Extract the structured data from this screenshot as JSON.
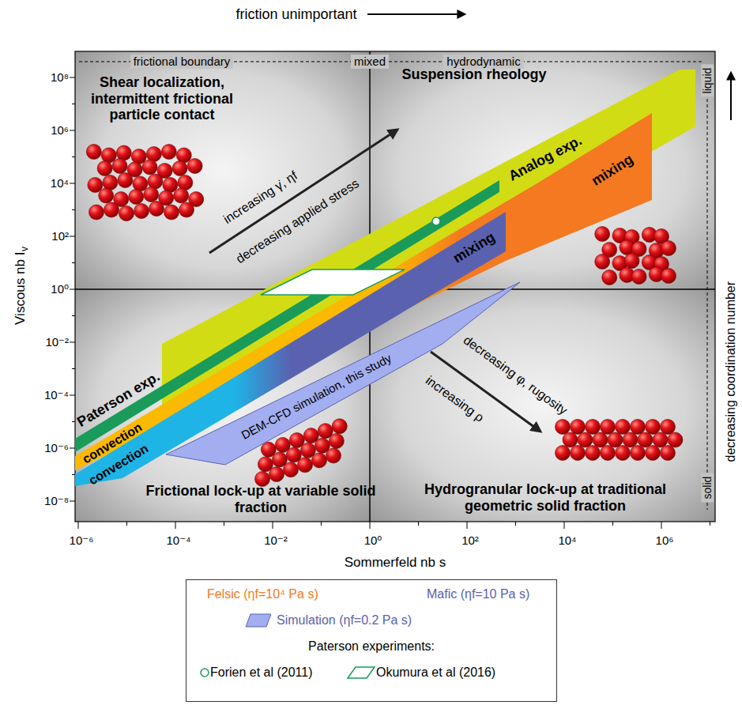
{
  "diagram": {
    "nodes": [
      {
        "text": [
          "Analog exp."
        ]
      },
      {
        "text": [
          "Paterson exp."
        ]
      },
      {
        "text": [
          "convection",
          "mixing"
        ]
      },
      {
        "text": [
          "convection",
          "mixing"
        ]
      },
      {
        "text": [
          "DEM-CFD simulation, this study"
        ]
      }
    ],
    "labels": [
      "friction unimportant",
      "frictional boundary",
      "mixed",
      "hydrodynamic",
      "Shear localization, intermittent frictional particle contact",
      "Suspension rheology",
      "Frictional lock-up at variable solid fraction",
      "Hydrogranular lock-up at traditional geometric solid fraction",
      "increasing γ̇, ηf",
      "decreasing applied stress",
      "decreasing φ, rugosity",
      "increasing ρ",
      "liquid",
      "solid",
      "decreasing coordination number",
      "Viscous nb I",
      "v",
      "10⁸",
      "10⁶",
      "10⁴",
      "10²",
      "10⁰",
      "10⁻²",
      "10⁻⁴",
      "10⁻⁶",
      "10⁻⁸",
      "10⁻⁶",
      "10⁻⁴",
      "10⁻²",
      "10⁰",
      "10²",
      "10⁴",
      "10⁶",
      "Sommerfeld nb s",
      "Paterson experiments:"
    ],
    "legend": [
      {
        "text": "Felsic (ηf=10⁴ Pa s)",
        "color": "#f47920"
      },
      {
        "text": "Mafic (ηf=10 Pa s)",
        "color": "#5a62b0"
      },
      {
        "text": "Simulation (ηf=0.2 Pa s)",
        "color": "#a3aef0"
      },
      {
        "text": "Forien et al (2011)"
      },
      {
        "text": "Okumura et al (2016)"
      }
    ]
  }
}
